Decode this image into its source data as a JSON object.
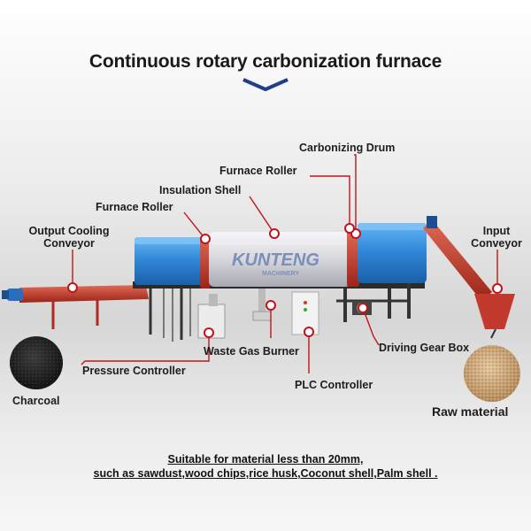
{
  "title": "Continuous rotary carbonization furnace",
  "brand": {
    "name": "KUNTENG",
    "sub": "MACHINERY"
  },
  "labels": {
    "carbonizing_drum": "Carbonizing Drum",
    "furnace_roller_upper": "Furnace Roller",
    "insulation_shell": "Insulation Shell",
    "furnace_roller_lower": "Furnace Roller",
    "output_cooling_conveyor_line1": "Output Cooling",
    "output_cooling_conveyor_line2": "Conveyor",
    "input_conveyor_line1": "Input",
    "input_conveyor_line2": "Conveyor",
    "waste_gas_burner": "Waste Gas Burner",
    "pressure_controller": "Pressure Controller",
    "plc_controller": "PLC Controller",
    "driving_gear_box": "Driving Gear Box",
    "charcoal": "Charcoal",
    "raw_material": "Raw material"
  },
  "footer": {
    "line1": "Suitable for material less than 20mm,",
    "line2": "such as sawdust,wood chips,rice husk,Coconut shell,Palm shell ."
  },
  "colors": {
    "leader_line": "#c0141c",
    "drum_blue": "#2f86d6",
    "drum_silver": "#d9d9df",
    "conveyor_red": "#c23a2e",
    "accent_chevron": "#1f3f8a"
  }
}
